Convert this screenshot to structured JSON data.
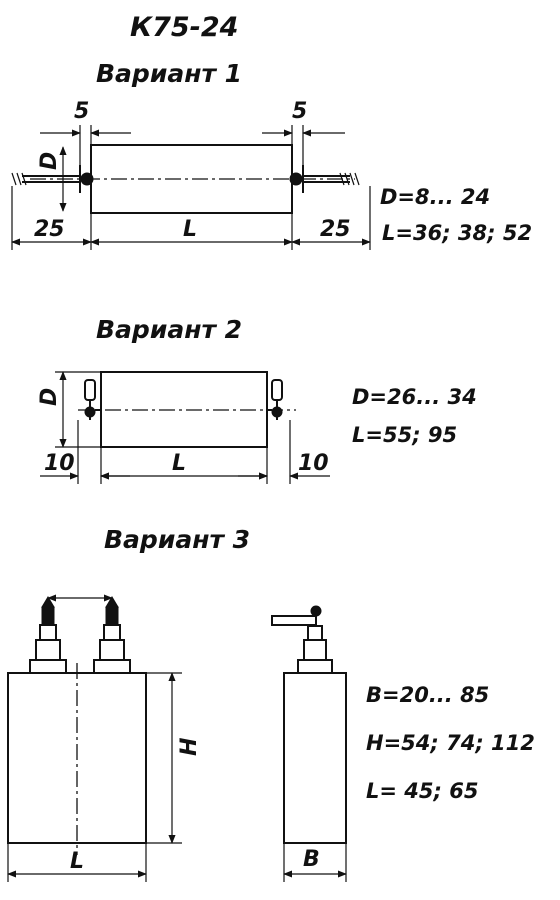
{
  "title": "К75-24",
  "variant1": {
    "heading": "Вариант 1",
    "dim_terminal_left": "5",
    "dim_terminal_right": "5",
    "dim_lead_left": "25",
    "dim_lead_right": "25",
    "dim_length": "L",
    "dim_diameter": "D",
    "spec_d": "D=8... 24",
    "spec_l": "L=36; 38;  52"
  },
  "variant2": {
    "heading": "Вариант 2",
    "dim_lead_left": "10",
    "dim_lead_right": "10",
    "dim_length": "L",
    "dim_diameter": "D",
    "spec_d": "D=26... 34",
    "spec_l": "L=55; 95"
  },
  "variant3": {
    "heading": "Вариант 3",
    "dim_height": "H",
    "dim_length": "L",
    "dim_width": "B",
    "spec_b": "B=20... 85",
    "spec_h": "H=54; 74; 112",
    "spec_l": "L= 45; 65"
  }
}
